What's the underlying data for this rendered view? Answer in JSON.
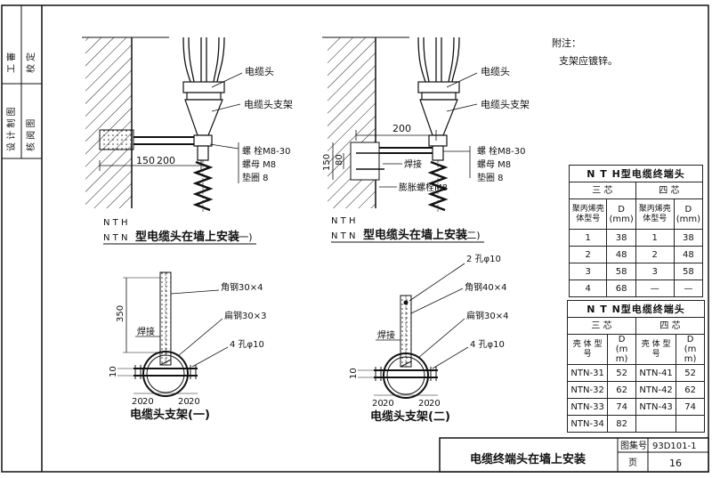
{
  "side_strip": {
    "label_a": "工  審",
    "label_b": "校  定",
    "label_c": "设 计 制 图",
    "label_d": "核 阅 图"
  },
  "note": {
    "title": "附注：",
    "text": "支架应镀锌。"
  },
  "view1": {
    "caption_prefix_top": "N T H",
    "caption_prefix_bottom": "N T N",
    "caption_main": "型电缆头在墙上安装",
    "caption_suffix": "(一)",
    "label_cable_head": "电缆头",
    "label_bracket": "电缆头支架",
    "label_bolt": "螺 栓M8-30",
    "label_nut": "螺母 M8",
    "label_washer": "垫圈 8",
    "dim_150": "150",
    "dim_200": "200"
  },
  "view2": {
    "caption_prefix_top": "N T H",
    "caption_prefix_bottom": "N T N",
    "caption_main": "型电缆头在墙上安装",
    "caption_suffix": "(二)",
    "label_cable_head": "电缆头",
    "label_bracket": "电缆头支架",
    "label_weld": "焊接",
    "label_bolt": "螺 栓M8-30",
    "label_nut": "螺母 M8",
    "label_expansion": "膨胀螺栓M8",
    "label_washer": "垫圈 8",
    "dim_200": "200",
    "dim_150": "150",
    "dim_80": "80"
  },
  "bracket1": {
    "caption": "电缆头支架(一)",
    "label_angle": "角钢30×4",
    "label_flat": "扁钢30×3",
    "label_holes": "4 孔φ10",
    "label_weld": "焊接",
    "dim_350": "350",
    "dim_10": "10",
    "dim_bottom": [
      "20",
      "20",
      "20",
      "20"
    ]
  },
  "bracket2": {
    "caption": "电缆头支架(二)",
    "label_holes_top": "2 孔φ10",
    "label_angle": "角钢40×4",
    "label_flat": "扁钢30×4",
    "label_holes": "4 孔φ10",
    "label_weld": "焊接",
    "dim_10": "10",
    "dim_bottom": [
      "20",
      "20",
      "20",
      "20"
    ]
  },
  "table_nth": {
    "title": "N T H型电缆终端头",
    "group_three": "三    芯",
    "group_four": "四    芯",
    "col_model": "聚丙烯壳体型号",
    "col_d": "D",
    "col_unit": "(mm)",
    "rows": [
      [
        "1",
        "38",
        "1",
        "38"
      ],
      [
        "2",
        "48",
        "2",
        "48"
      ],
      [
        "3",
        "58",
        "3",
        "58"
      ],
      [
        "4",
        "68",
        "—",
        "—"
      ]
    ]
  },
  "table_ntn": {
    "title": "N T N型电缆终端头",
    "group_three": "三    芯",
    "group_four": "四    芯",
    "col_model": "壳 体 型 号",
    "col_d": "D",
    "col_unit": "(m m)",
    "rows": [
      [
        "NTN-31",
        "52",
        "NTN-41",
        "52"
      ],
      [
        "NTN-32",
        "62",
        "NTN-42",
        "62"
      ],
      [
        "NTN-33",
        "74",
        "NTN-43",
        "74"
      ],
      [
        "NTN-34",
        "82",
        "",
        ""
      ]
    ]
  },
  "title_block": {
    "title": "电缆终端头在墙上安装",
    "atlas_label": "图集号",
    "atlas_no": "93D101-1",
    "page_label": "页",
    "page_no": "16"
  }
}
